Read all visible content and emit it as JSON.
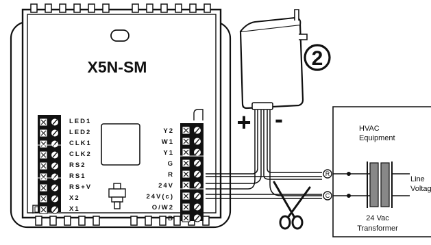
{
  "device": {
    "model": "X5N-SM",
    "left_terminals": [
      "LED1",
      "LED2",
      "CLK1",
      "CLK2",
      "RS2",
      "RS1",
      "RS+V",
      "X2",
      "X1"
    ],
    "right_terminals": [
      "Y2",
      "W1",
      "Y1",
      "G",
      "R",
      "24V",
      "24V(c)",
      "O/W2",
      "B"
    ]
  },
  "adapter": {
    "callout_number": "2",
    "plus_symbol": "+",
    "minus_symbol": "-"
  },
  "hvac": {
    "title_line1": "HVAC",
    "title_line2": "Equipment",
    "terminal_r": "R",
    "terminal_c": "C",
    "line_voltage_line1": "Line",
    "line_voltage_line2": "Voltage",
    "transformer_line1": "24 Vac",
    "transformer_line2": "Transformer"
  },
  "icons": {
    "cut": "scissors-icon",
    "ground": "ground-icon"
  }
}
